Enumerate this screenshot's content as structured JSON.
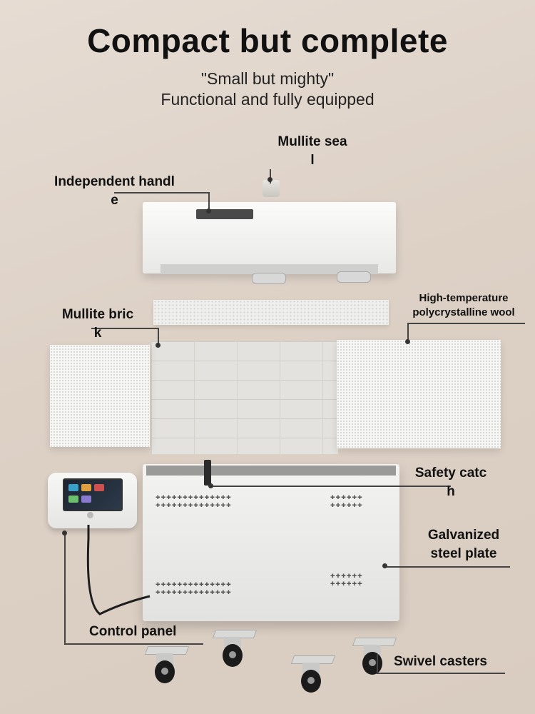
{
  "header": {
    "title": "Compact but complete",
    "subtitle_line1": "\"Small but mighty\"",
    "subtitle_line2": "Functional and fully equipped"
  },
  "callouts": {
    "mullite_seal": "Mullite sea\nl",
    "independent_handle": "Independent handl\ne",
    "mullite_brick": "Mullite bric\nk",
    "wool": "High-temperature\npolycrystalline wool",
    "safety_catch": "Safety catc\nh",
    "galvanized": "Galvanized\nsteel plate",
    "control_panel": "Control panel",
    "swivel_casters": "Swivel casters"
  },
  "colors": {
    "background": "#e0d5cb",
    "line": "#444444"
  }
}
